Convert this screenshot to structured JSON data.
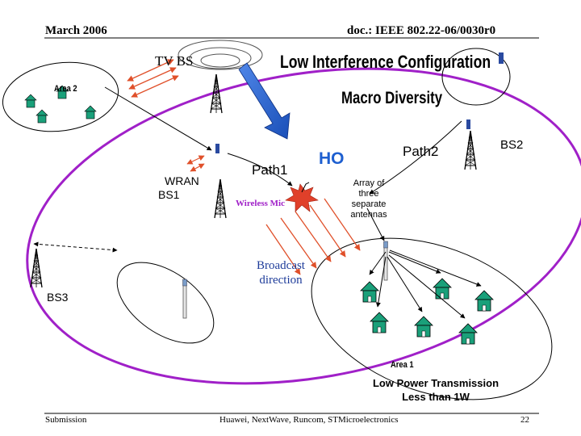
{
  "header": {
    "date": "March 2006",
    "doc": "doc.: IEEE 802.22-06/0030r0"
  },
  "footer": {
    "left": "Submission",
    "center": "Huawei, NextWave, Runcom, STMicroelectronics",
    "page": "22"
  },
  "labels": {
    "tv_bs": "TV BS",
    "title": "Low Interference Configuration",
    "subtitle": "Macro Diversity",
    "area2": "Area 2",
    "wran": "WRAN",
    "bs1": "BS1",
    "path1": "Path1",
    "ho": "HO",
    "path2": "Path2",
    "bs2": "BS2",
    "wireless_mic": "Wireless Mic",
    "array_note": [
      "Array of",
      "three",
      "separate",
      "antennas"
    ],
    "broadcast": [
      "Broadcast",
      "direction"
    ],
    "bs3": "BS3",
    "area1": "Area 1",
    "low_power": [
      "Low Power Transmission",
      "Less than 1W"
    ]
  },
  "colors": {
    "ellipse": "#a020c8",
    "house_teal": "#1aa07a",
    "house_blue": "#7a9cc8",
    "arrow_blue": "#1e5fd0",
    "orange": "#e0502a",
    "black": "#000000"
  }
}
